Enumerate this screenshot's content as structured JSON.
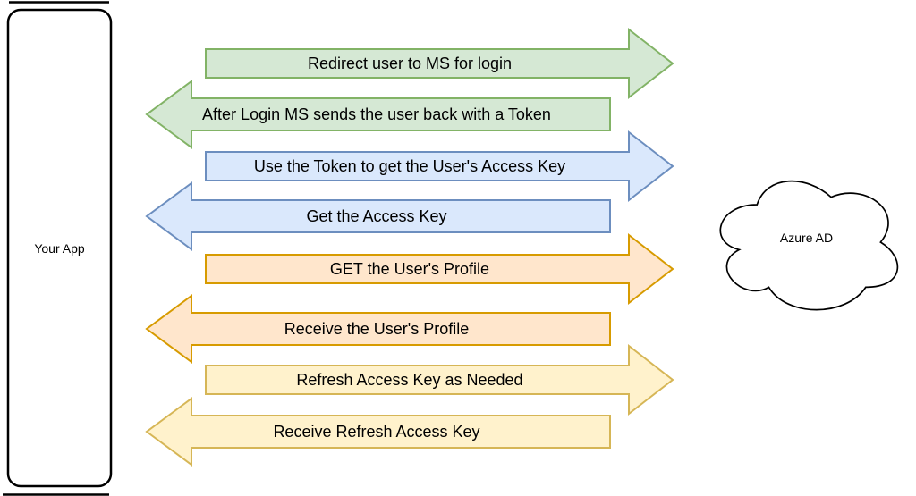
{
  "diagram": {
    "app_node": {
      "label": "Your App"
    },
    "cloud_node": {
      "label": "Azure AD"
    },
    "arrows": [
      {
        "label": "Redirect user to MS for login",
        "direction": "app-to-azure",
        "fill": "#d5e8d4",
        "stroke": "#82b366"
      },
      {
        "label": "After Login MS sends the user back with a Token",
        "direction": "azure-to-app",
        "fill": "#d5e8d4",
        "stroke": "#82b366"
      },
      {
        "label": "Use the Token to get the User's Access Key",
        "direction": "app-to-azure",
        "fill": "#dae8fc",
        "stroke": "#6c8ebf"
      },
      {
        "label": "Get the Access Key",
        "direction": "azure-to-app",
        "fill": "#dae8fc",
        "stroke": "#6c8ebf"
      },
      {
        "label": "GET the User's Profile",
        "direction": "app-to-azure",
        "fill": "#ffe6cc",
        "stroke": "#d79b00"
      },
      {
        "label": "Receive the User's Profile",
        "direction": "azure-to-app",
        "fill": "#ffe6cc",
        "stroke": "#d79b00"
      },
      {
        "label": "Refresh Access Key as Needed",
        "direction": "app-to-azure",
        "fill": "#fff2cc",
        "stroke": "#d6b656"
      },
      {
        "label": "Receive Refresh Access Key",
        "direction": "azure-to-app",
        "fill": "#fff2cc",
        "stroke": "#d6b656"
      }
    ]
  }
}
